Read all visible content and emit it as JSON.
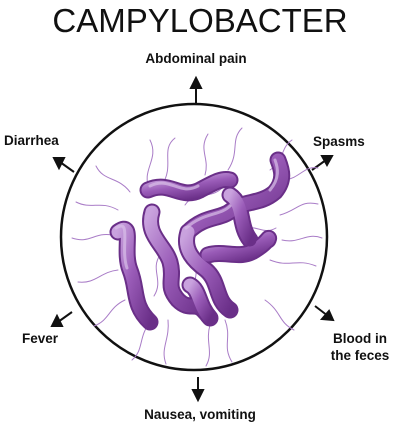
{
  "title": "CAMPYLOBACTER",
  "symptoms": {
    "abdominal_pain": "Abdominal pain",
    "spasms": "Spasms",
    "diarrhea": "Diarrhea",
    "fever": "Fever",
    "blood_line1": "Blood in",
    "blood_line2": "the feces",
    "nausea": "Nausea, vomiting"
  },
  "colors": {
    "bacteria_dark": "#7a3f98",
    "bacteria_mid": "#9a5cb8",
    "bacteria_light": "#c39bd8",
    "flagella": "#a97cc7",
    "outline": "#111111"
  }
}
